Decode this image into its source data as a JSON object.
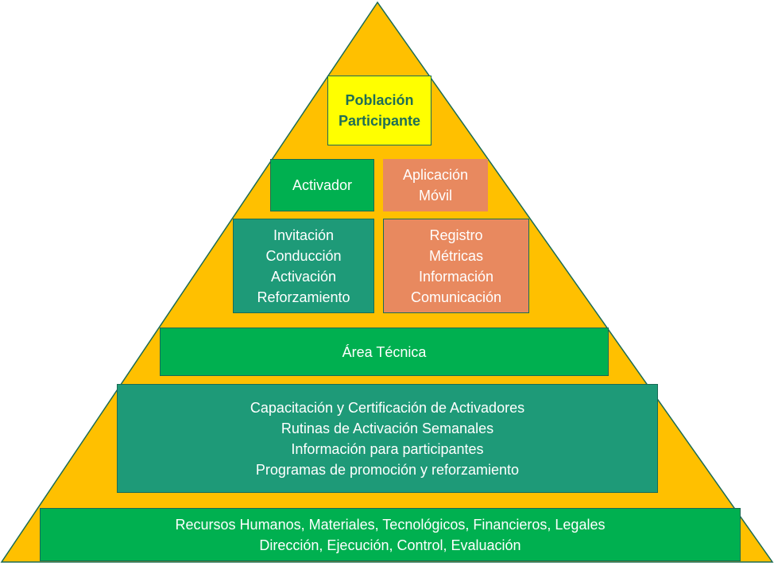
{
  "colors": {
    "pyramid": "#FFC000",
    "green": "#00B050",
    "teal": "#1E9A78",
    "orange": "#E8895F",
    "yellow": "#FFFF00"
  },
  "top": {
    "lines": [
      "Población",
      "Participante"
    ]
  },
  "activador": {
    "lines": [
      "Activador"
    ]
  },
  "app": {
    "lines": [
      "Aplicación",
      "Móvil"
    ]
  },
  "activador_tasks": {
    "lines": [
      "Invitación",
      "Conducción",
      "Activación",
      "Reforzamiento"
    ]
  },
  "app_functions": {
    "lines": [
      "Registro",
      "Métricas",
      "Información",
      "Comunicación"
    ]
  },
  "area_tecnica": {
    "lines": [
      "Área Técnica"
    ]
  },
  "programs": {
    "lines": [
      "Capacitación y Certificación de Activadores",
      "Rutinas de Activación Semanales",
      "Información para participantes",
      "Programas de promoción y reforzamiento"
    ]
  },
  "resources": {
    "lines": [
      "Recursos Humanos, Materiales, Tecnológicos, Financieros, Legales",
      "Dirección, Ejecución, Control, Evaluación"
    ]
  }
}
